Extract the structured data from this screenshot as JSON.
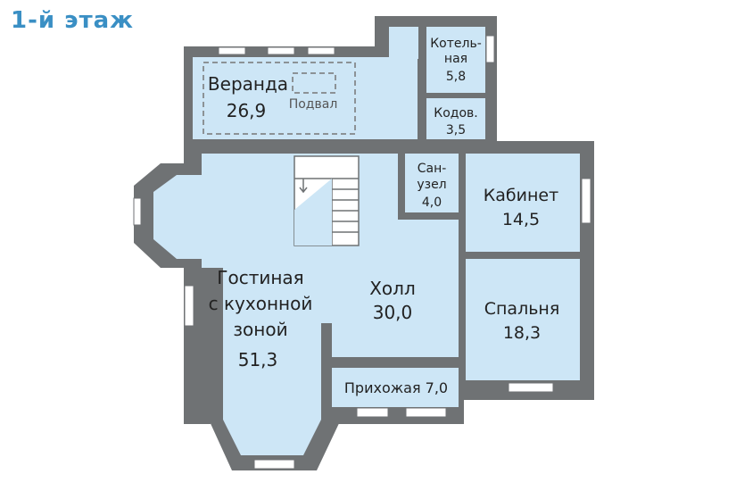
{
  "title": "1-й этаж",
  "colors": {
    "wall": "#6f7274",
    "floor": "#cde6f6",
    "window": "#ffffff",
    "title": "#3a8fc4"
  },
  "rooms": {
    "veranda": {
      "name": "Веранда",
      "area": "26,9"
    },
    "basement": {
      "name": "Подвал"
    },
    "boiler": {
      "line1": "Котель-",
      "line2": "ная",
      "area": "5,8"
    },
    "pantry": {
      "name": "Кодов.",
      "area": "3,5"
    },
    "bathroom": {
      "line1": "Сан-",
      "line2": "узел",
      "area": "4,0"
    },
    "study": {
      "name": "Кабинет",
      "area": "14,5"
    },
    "hall": {
      "name": "Холл",
      "area": "30,0"
    },
    "bedroom": {
      "name": "Спальня",
      "area": "18,3"
    },
    "living": {
      "line1": "Гостиная",
      "line2": "с кухонной",
      "line3": "зоной",
      "area": "51,3"
    },
    "entrance": {
      "name": "Прихожая 7,0"
    }
  }
}
